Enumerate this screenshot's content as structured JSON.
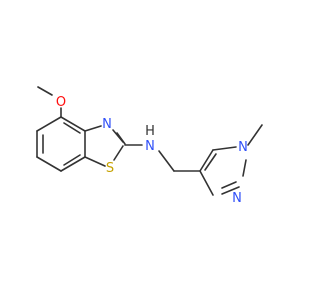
{
  "molecule": {
    "atom_labels": {
      "methoxy_oxygen": "O",
      "thiazole_nitrogen": "N",
      "thiazole_sulfur": "S",
      "amine_nitrogen": "N",
      "amine_hydrogen": "H",
      "pyrazole_n1": "N",
      "pyrazole_n2": "N"
    },
    "colors": {
      "bond": "#333333",
      "oxygen": "#FF0D0D",
      "nitrogen": "#3050F8",
      "sulfur": "#C6A200",
      "hydrogen": "#333333"
    }
  }
}
